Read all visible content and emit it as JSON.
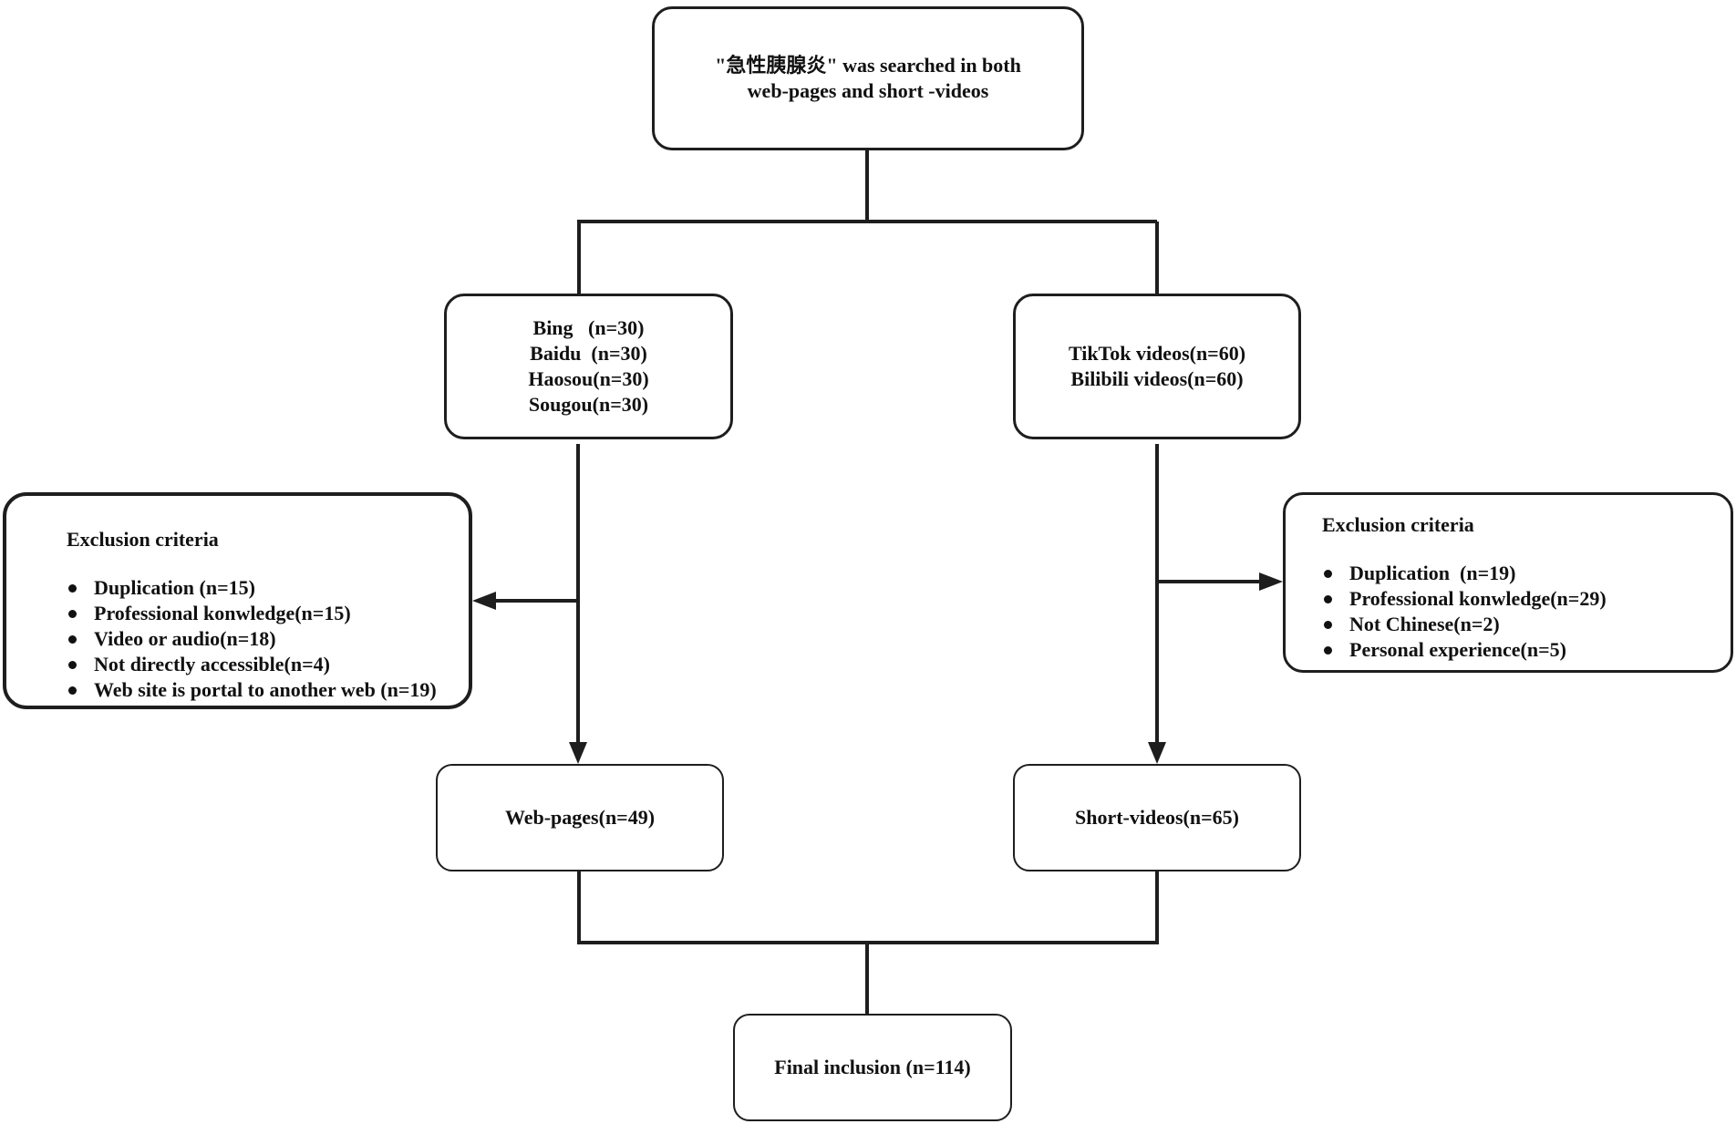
{
  "search_box": {
    "lines": [
      "\"急性胰腺炎\" was searched in both",
      "web-pages and short -videos"
    ]
  },
  "web_sources": {
    "lines": [
      "Bing   (n=30)",
      "Baidu  (n=30)",
      "Haosou(n=30)",
      "Sougou(n=30)"
    ]
  },
  "video_sources": {
    "lines": [
      "TikTok videos(n=60)",
      "Bilibili videos(n=60)"
    ]
  },
  "web_exclusion": {
    "title": "Exclusion criteria",
    "items": [
      "Duplication (n=15)",
      "Professional konwledge(n=15)",
      "Video or audio(n=18)",
      "Not directly accessible(n=4)",
      "Web site is portal to another web (n=19)"
    ]
  },
  "video_exclusion": {
    "title": "Exclusion criteria",
    "items": [
      "Duplication  (n=19)",
      "Professional konwledge(n=29)",
      "Not Chinese(n=2)",
      "Personal experience(n=5)"
    ]
  },
  "web_result": {
    "label": "Web-pages(n=49)"
  },
  "video_result": {
    "label": "Short-videos(n=65)"
  },
  "final": {
    "label": "Final inclusion (n=114)"
  }
}
